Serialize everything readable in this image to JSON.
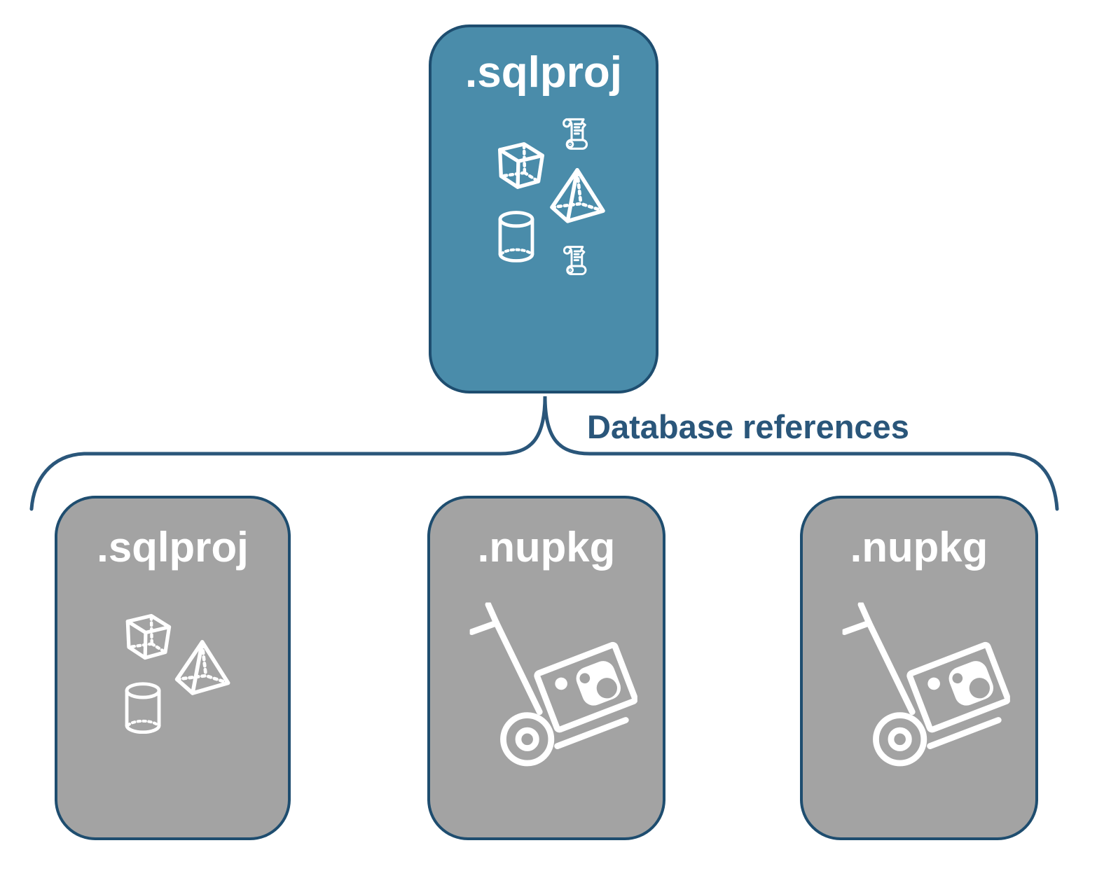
{
  "diagram": {
    "root_card": {
      "label": ".sqlproj",
      "icons": [
        "scroll-icon",
        "cube-icon",
        "pyramid-icon",
        "cylinder-icon",
        "scroll-icon"
      ]
    },
    "connector": {
      "label": "Database references"
    },
    "child_cards": [
      {
        "label": ".sqlproj",
        "icons": [
          "cube-icon",
          "pyramid-icon",
          "cylinder-icon"
        ]
      },
      {
        "label": ".nupkg",
        "icons": [
          "handtruck-package-icon"
        ]
      },
      {
        "label": ".nupkg",
        "icons": [
          "handtruck-package-icon"
        ]
      }
    ],
    "colors": {
      "root_card_fill": "#4A8CAA",
      "child_card_fill": "#A3A3A3",
      "card_border": "#1E4D6F",
      "connector_stroke": "#2A567A",
      "label_text": "#2A567A",
      "icon_color": "#FFFFFF",
      "background": "#FFFFFF"
    }
  }
}
